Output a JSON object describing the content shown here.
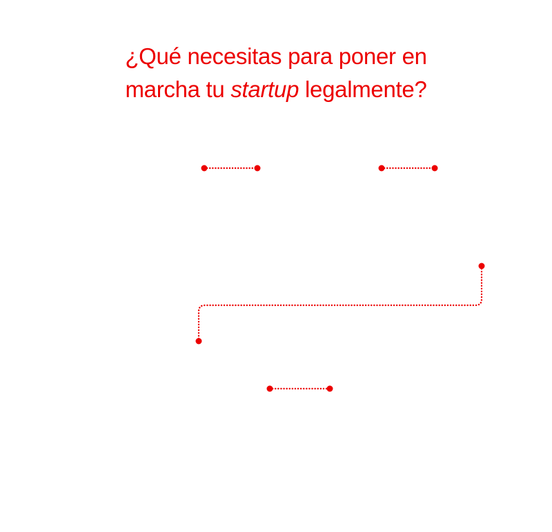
{
  "title": {
    "line1": "¿Qué necesitas para poner en",
    "line2_prefix": "marcha tu ",
    "line2_emphasis": "startup",
    "line2_suffix": " legalmente?"
  },
  "colors": {
    "accent": "#ec0000",
    "background": "#ffffff"
  }
}
